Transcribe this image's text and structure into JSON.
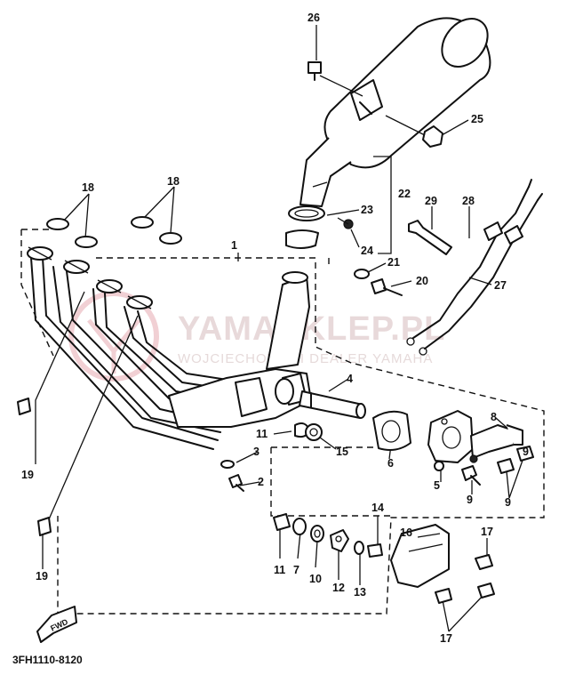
{
  "watermark": {
    "title": "YAMASKLEP.PL",
    "subtitle": "WOJCIECHOWSKI DEALER YAMAHA"
  },
  "diagram_code": "3FH1110-8120",
  "fwd_label": "FWD",
  "callouts": [
    "1",
    "2",
    "3",
    "4",
    "5",
    "6",
    "7",
    "8",
    "9",
    "9",
    "9",
    "11",
    "11",
    "12",
    "13",
    "14",
    "15",
    "16",
    "17",
    "17",
    "18",
    "18",
    "19",
    "19",
    "20",
    "21",
    "22",
    "23",
    "24",
    "25",
    "26",
    "27",
    "28",
    "29",
    "10"
  ]
}
